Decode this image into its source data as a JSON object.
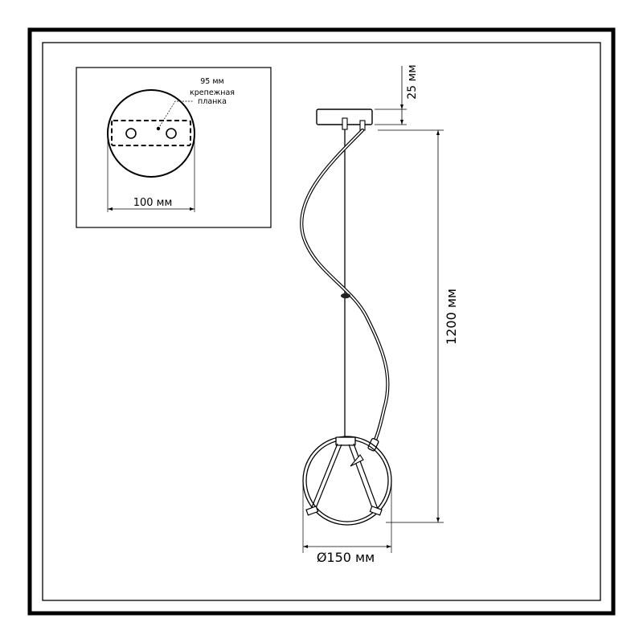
{
  "inset": {
    "plate_width_label": "95 мм",
    "plate_name_line1": "крепежная",
    "plate_name_line2": "планка",
    "base_diameter_label": "100 мм"
  },
  "dimensions": {
    "canopy_height_label": "25 мм",
    "total_length_label": "1200 мм",
    "shade_diameter_label": "Ø150 мм"
  }
}
